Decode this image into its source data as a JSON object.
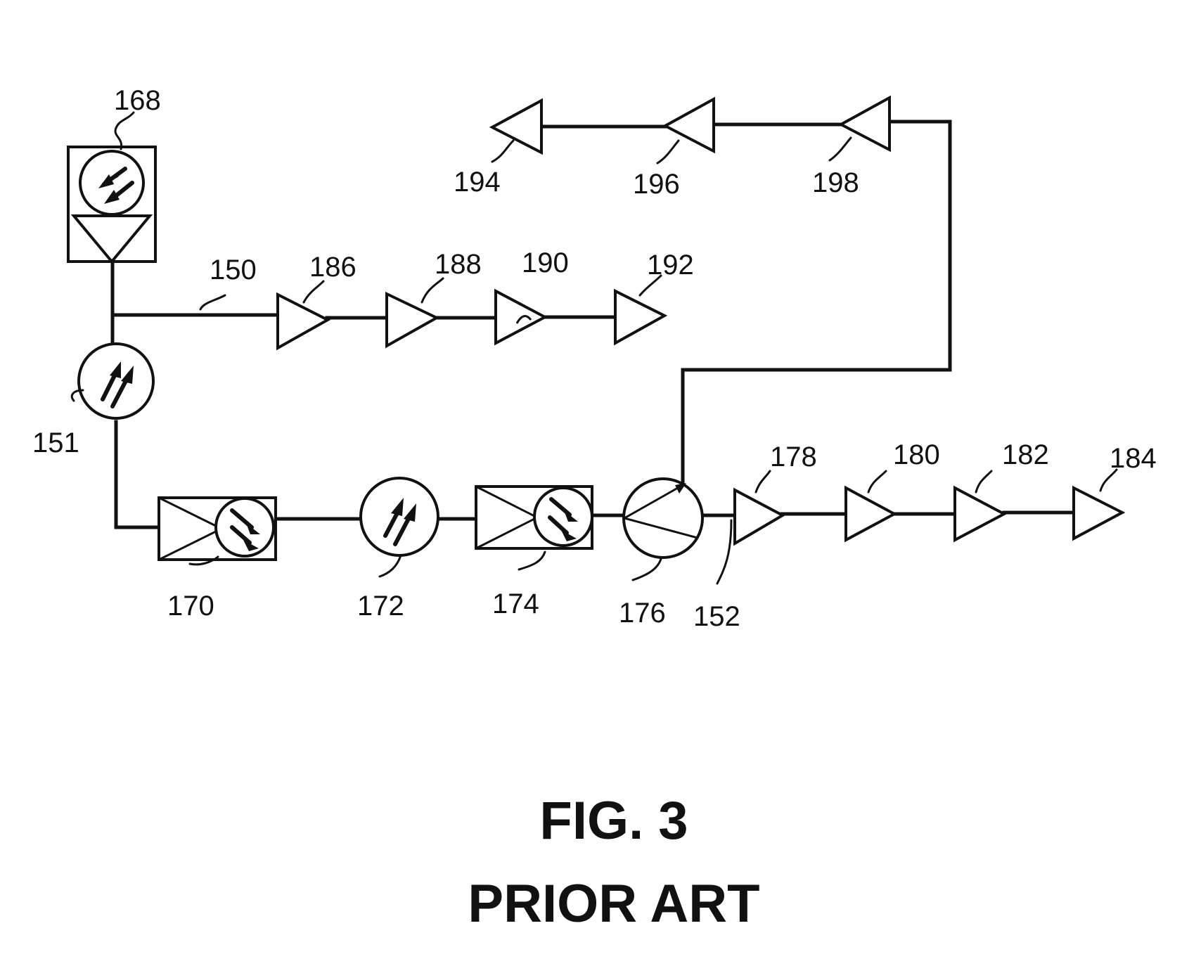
{
  "figure": {
    "caption": "FIG. 3",
    "subcaption": "PRIOR ART",
    "labels": {
      "n150": "150",
      "n151": "151",
      "n152": "152",
      "n168": "168",
      "n170": "170",
      "n172": "172",
      "n174": "174",
      "n176": "176",
      "n178": "178",
      "n180": "180",
      "n182": "182",
      "n184": "184",
      "n186": "186",
      "n188": "188",
      "n190": "190",
      "n192": "192",
      "n194": "194",
      "n196": "196",
      "n198": "198"
    }
  }
}
